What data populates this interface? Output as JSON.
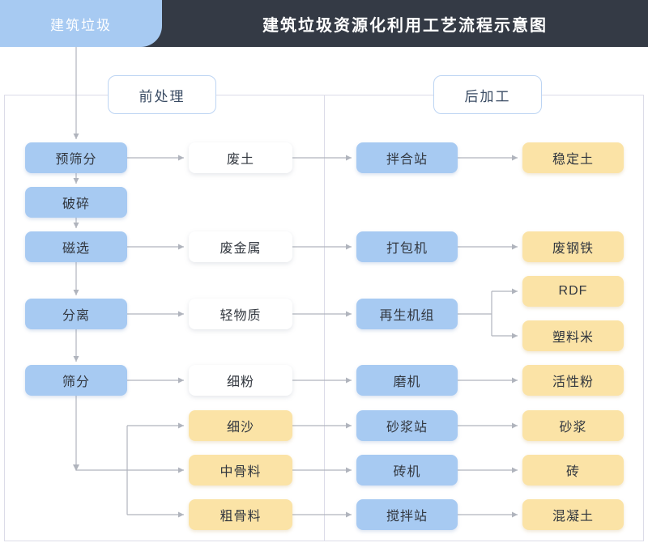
{
  "header": {
    "tab_label": "建筑垃圾",
    "title": "建筑垃圾资源化利用工艺流程示意图",
    "tab_color": "#a7caf2",
    "bar_color": "#343a45"
  },
  "sections": {
    "pre": "前处理",
    "post": "后加工"
  },
  "colors": {
    "process_blue": "#a7caf2",
    "product_yellow": "#fbe3a6",
    "intermediate_white": "#ffffff",
    "connector_gray": "#b0b4bd",
    "panel_border": "#dcdce8"
  },
  "nodes": {
    "col1": [
      {
        "id": "pre-screen",
        "label": "预筛分",
        "row": 195
      },
      {
        "id": "crush",
        "label": "破碎",
        "row": 250
      },
      {
        "id": "magnetic",
        "label": "磁选",
        "row": 305
      },
      {
        "id": "separate",
        "label": "分离",
        "row": 388
      },
      {
        "id": "screen",
        "label": "筛分",
        "row": 470
      }
    ],
    "col2": [
      {
        "id": "waste-soil",
        "label": "废土",
        "row": 195,
        "style": "white"
      },
      {
        "id": "waste-metal",
        "label": "废金属",
        "row": 305,
        "style": "white"
      },
      {
        "id": "light-matter",
        "label": "轻物质",
        "row": 388,
        "style": "white"
      },
      {
        "id": "fine-powder",
        "label": "细粉",
        "row": 470,
        "style": "white"
      },
      {
        "id": "fine-sand",
        "label": "细沙",
        "row": 526,
        "style": "yellow"
      },
      {
        "id": "mid-agg",
        "label": "中骨料",
        "row": 581,
        "style": "yellow"
      },
      {
        "id": "coarse-agg",
        "label": "粗骨料",
        "row": 636,
        "style": "yellow"
      }
    ],
    "col3": [
      {
        "id": "mixing-station",
        "label": "拌合站",
        "row": 195
      },
      {
        "id": "baler",
        "label": "打包机",
        "row": 305
      },
      {
        "id": "regen-unit",
        "label": "再生机组",
        "row": 388
      },
      {
        "id": "mill",
        "label": "磨机",
        "row": 470
      },
      {
        "id": "mortar-station",
        "label": "砂浆站",
        "row": 526
      },
      {
        "id": "brick-machine",
        "label": "砖机",
        "row": 581
      },
      {
        "id": "batching-plant",
        "label": "搅拌站",
        "row": 636
      }
    ],
    "col4": [
      {
        "id": "stabilized-soil",
        "label": "稳定土",
        "row": 195
      },
      {
        "id": "scrap-steel",
        "label": "废钢铁",
        "row": 305
      },
      {
        "id": "rdf",
        "label": "RDF",
        "row": 360
      },
      {
        "id": "plastic-pellet",
        "label": "塑料米",
        "row": 415
      },
      {
        "id": "active-powder",
        "label": "活性粉",
        "row": 470
      },
      {
        "id": "mortar",
        "label": "砂浆",
        "row": 526
      },
      {
        "id": "brick",
        "label": "砖",
        "row": 581
      },
      {
        "id": "concrete",
        "label": "混凝土",
        "row": 636
      }
    ]
  }
}
